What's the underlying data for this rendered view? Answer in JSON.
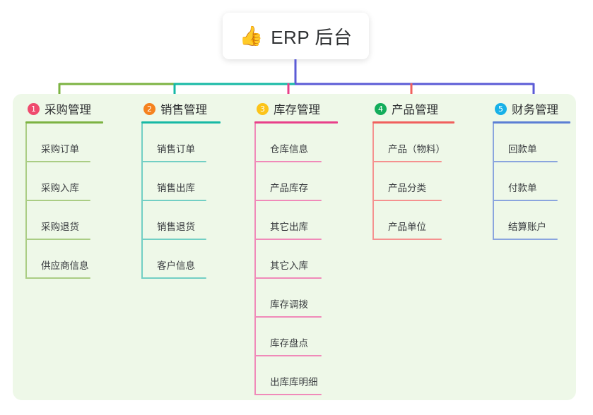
{
  "root": {
    "icon": "thumbs-up-icon",
    "icon_glyph": "👍",
    "title": "ERP 后台"
  },
  "panel": {
    "background_color": "#eef8e8"
  },
  "connector_colors": {
    "segment_1": "#7cb342",
    "segment_2": "#16b9a5",
    "segment_3": "#5b5bd6",
    "stem": "#5b5bd6",
    "drop_1": "#7cb342",
    "drop_2": "#16b9a5",
    "drop_3": "#e8408a",
    "drop_4": "#f0605d",
    "drop_5": "#5b5bd6"
  },
  "columns": [
    {
      "number": "1",
      "title": "采购管理",
      "badge_color": "#ef4b6e",
      "line_color": "#7cb342",
      "leaf_line_color": "#aacd84",
      "items": [
        {
          "label": "采购订单"
        },
        {
          "label": "采购入库"
        },
        {
          "label": "采购退货"
        },
        {
          "label": "供应商信息"
        }
      ]
    },
    {
      "number": "2",
      "title": "销售管理",
      "badge_color": "#f5821f",
      "line_color": "#16b9a5",
      "leaf_line_color": "#72cfc4",
      "items": [
        {
          "label": "销售订单"
        },
        {
          "label": "销售出库"
        },
        {
          "label": "销售退货"
        },
        {
          "label": "客户信息"
        }
      ]
    },
    {
      "number": "3",
      "title": "库存管理",
      "badge_color": "#fcc419",
      "line_color": "#e8408a",
      "leaf_line_color": "#f08ab9",
      "items": [
        {
          "label": "仓库信息"
        },
        {
          "label": "产品库存"
        },
        {
          "label": "其它出库"
        },
        {
          "label": "其它入库"
        },
        {
          "label": "库存调拨"
        },
        {
          "label": "库存盘点"
        },
        {
          "label": "出库库明细"
        }
      ]
    },
    {
      "number": "4",
      "title": "产品管理",
      "badge_color": "#13ad5b",
      "line_color": "#f0605d",
      "leaf_line_color": "#f5918f",
      "items": [
        {
          "label": "产品（物料）"
        },
        {
          "label": "产品分类"
        },
        {
          "label": "产品单位"
        }
      ]
    },
    {
      "number": "5",
      "title": "财务管理",
      "badge_color": "#17b1e8",
      "line_color": "#5b7fd4",
      "leaf_line_color": "#8aa5de",
      "items": [
        {
          "label": "回款单"
        },
        {
          "label": "付款单"
        },
        {
          "label": "结算账户"
        }
      ]
    }
  ]
}
